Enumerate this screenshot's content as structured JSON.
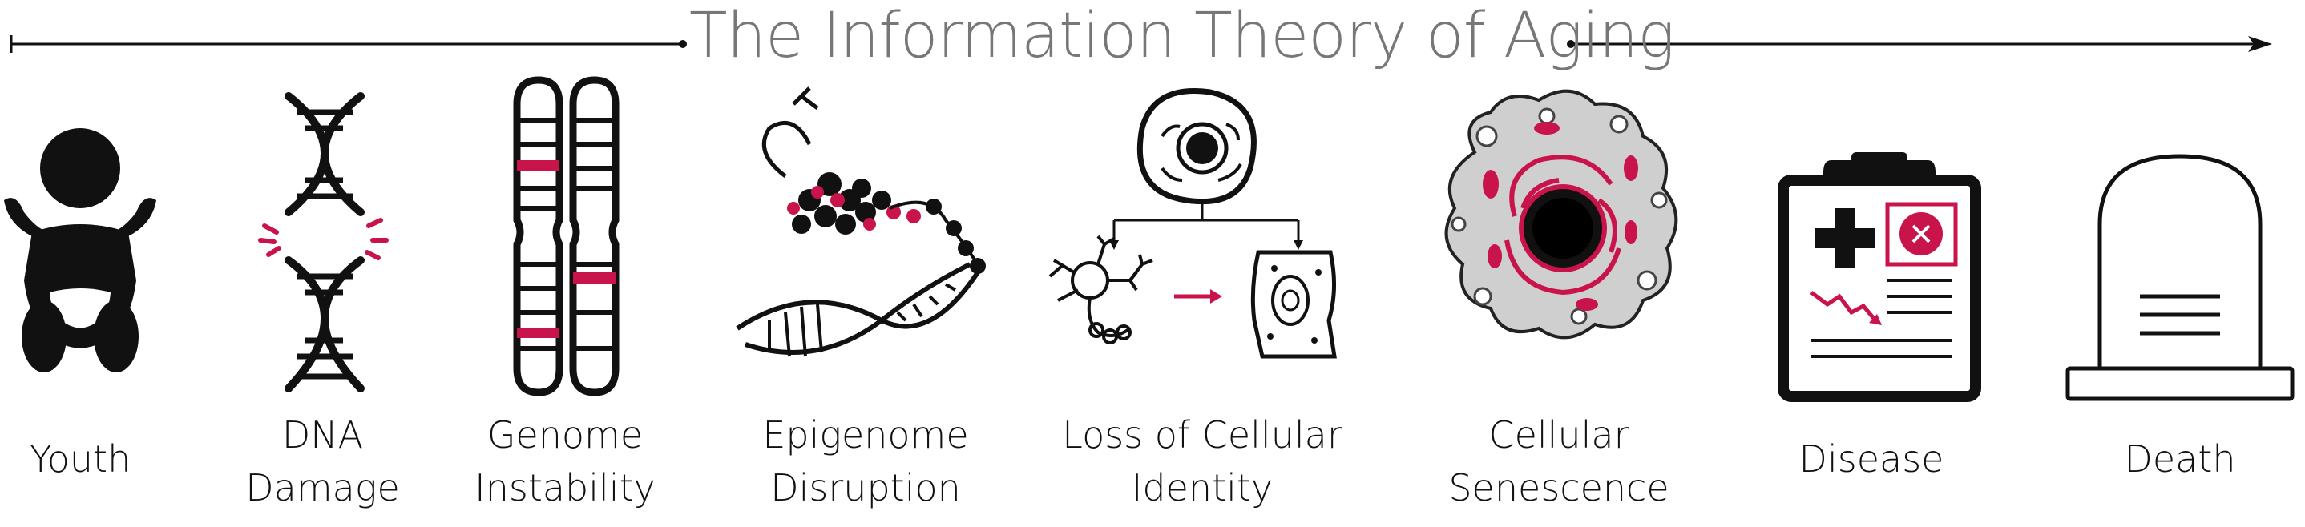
{
  "title": "The Information Theory of Aging",
  "colors": {
    "ink": "#111111",
    "accent": "#c8144a",
    "gray": "#777777",
    "cell_fill": "#cfcfcf"
  },
  "stages": [
    {
      "id": "youth",
      "icon": "baby-icon",
      "lines": [
        "Youth"
      ]
    },
    {
      "id": "dna-damage",
      "icon": "dna-broken-icon",
      "lines": [
        "DNA",
        "Damage"
      ]
    },
    {
      "id": "genome-instability",
      "icon": "chromosome-icon",
      "lines": [
        "Genome",
        "Instability"
      ]
    },
    {
      "id": "epigenome-disruption",
      "icon": "chromatin-icon",
      "lines": [
        "Epigenome",
        "Disruption"
      ]
    },
    {
      "id": "loss-of-cellular-identity",
      "icon": "cell-differentiation-icon",
      "lines": [
        "Loss of Cellular",
        "Identity"
      ]
    },
    {
      "id": "cellular-senescence",
      "icon": "senescent-cell-icon",
      "lines": [
        "Cellular",
        "Senescence"
      ]
    },
    {
      "id": "disease",
      "icon": "medical-chart-icon",
      "lines": [
        "Disease"
      ]
    },
    {
      "id": "death",
      "icon": "tombstone-icon",
      "lines": [
        "Death"
      ]
    }
  ]
}
